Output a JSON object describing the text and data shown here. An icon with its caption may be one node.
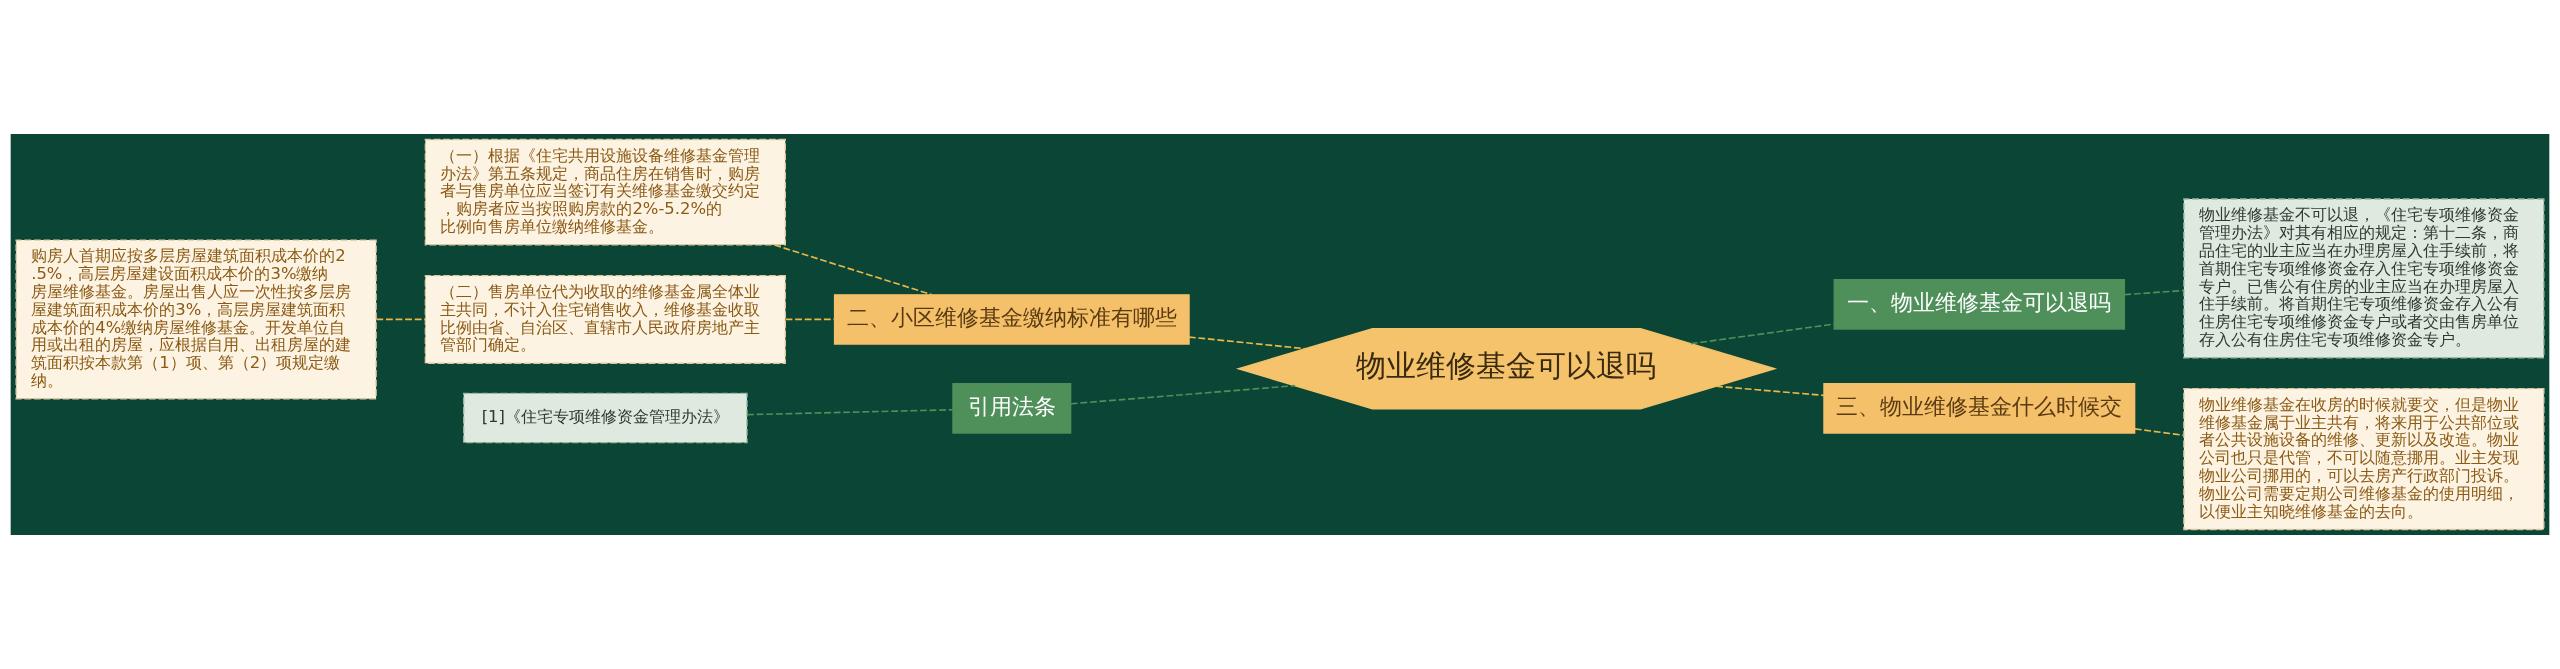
{
  "diagram": {
    "nodes": [
      {
        "text": [
          "物业维修基金可以退吗"
        ]
      },
      {
        "text": [
          "一、物业维修基金可以退吗"
        ]
      },
      {
        "text": [
          "物业维修基金不可以退，《住宅专项维修资金管理办法》对其有相应的规定：第十二条，商品住宅的业主应当在办理房屋入住手续前，将首期住宅专项维修资金存入住宅专项维修资金专户。已售公有住房的业主应当在办理房屋入住手续前。将首期住宅专项维修资金存入公有住房住宅专项维修资金专户或者交由售房单位存入公有住房住宅专项维修资金专户。"
        ]
      },
      {
        "text": [
          "三、物业维修基金什么时候交"
        ]
      },
      {
        "text": [
          "物业维修基金在收房的时候就要交，但是物业维修基金属于业主共有，将来用于公共部位或者公共设施设备的维修、更新以及改造。物业公司也只是代管，不可以随意挪用。业主发现物业公司挪用的，可以去房产行政部门投诉。物业公司需要定期公司维修基金的使用明细，以便业主知晓维修基金的去向。"
        ]
      },
      {
        "text": [
          "二、小区维修基金缴纳标准有哪些"
        ]
      },
      {
        "text": [
          "（一）根据《住宅共用设施设备维修基金管理办法》第五条规定，商品住房在销售时，购房者与售房单位应当签订有关维修基金缴交约定，购房者应当按照购房款的2%-5.2%的比例向售房单位缴纳维修基金。"
        ]
      },
      {
        "text": [
          "（二）售房单位代为收取的维修基金属全体业主共同，不计入住宅销售收入，维修基金收取比例由省、自治区、直辖市人民政府房地产主管部门确定。"
        ]
      },
      {
        "text": [
          "购房人首期应按多层房屋建筑面积成本价的2.5%，高层房屋建设面积成本价的3%缴纳房屋维修基金。房屋出售人应一次性按多层房屋建筑面积成本价的3%，高层房屋建筑面积成本价的4%缴纳房屋维修基金。开发单位自用或出租的房屋，应根据自用、出租房屋的建筑面积按本款第（1）项、第（2）项规定缴纳。"
        ]
      },
      {
        "text": [
          "引用法条"
        ]
      },
      {
        "text": [
          "[1]《住宅专项维修资金管理办法》"
        ]
      }
    ],
    "edges": [
      {
        "from": 0,
        "to": 1,
        "arrow": "none",
        "style": "dashed",
        "color": "#4e8f5a"
      },
      {
        "from": 1,
        "to": 2,
        "arrow": "none",
        "style": "dashed",
        "color": "#4e8f5a"
      },
      {
        "from": 0,
        "to": 3,
        "arrow": "none",
        "style": "dashed"
      },
      {
        "from": 3,
        "to": 4,
        "arrow": "none",
        "style": "dashed"
      },
      {
        "from": 0,
        "to": 5,
        "arrow": "none",
        "style": "dashed"
      },
      {
        "from": 5,
        "to": 6,
        "arrow": "none",
        "style": "dashed"
      },
      {
        "from": 5,
        "to": 7,
        "arrow": "none",
        "style": "dashed"
      },
      {
        "from": 7,
        "to": 8,
        "arrow": "none",
        "style": "dashed"
      },
      {
        "from": 0,
        "to": 9,
        "arrow": "none",
        "style": "dashed",
        "color": "#4e8f5a"
      },
      {
        "from": 9,
        "to": 10,
        "arrow": "none",
        "style": "dashed",
        "color": "#4e8f5a"
      }
    ]
  }
}
